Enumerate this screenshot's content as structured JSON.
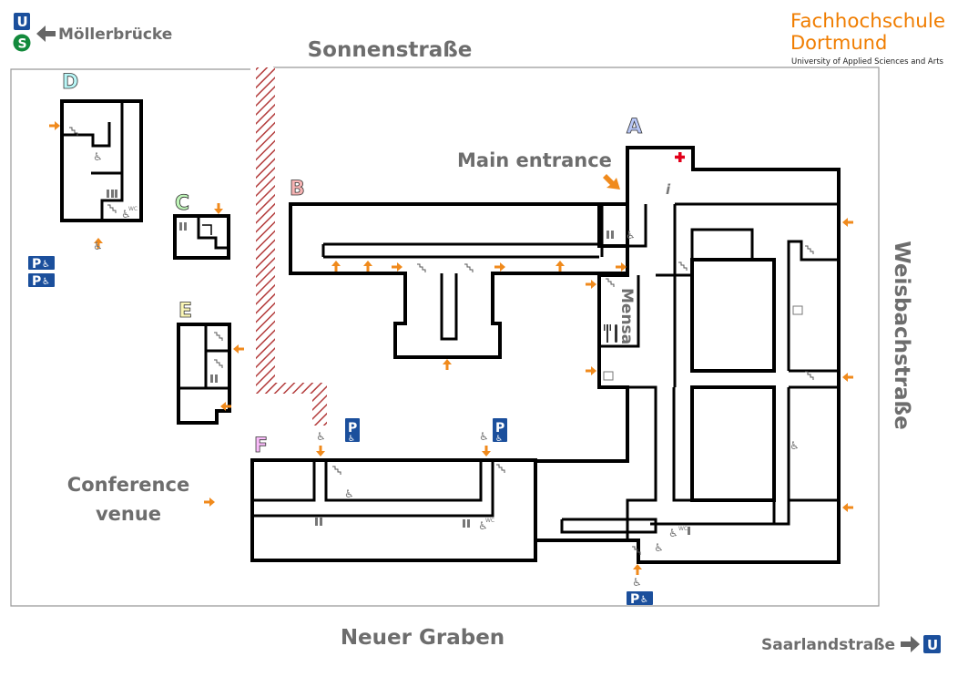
{
  "logo": {
    "line1": "Fachhochschule",
    "line2": "Dortmund",
    "line3": "University of Applied Sciences and Arts",
    "color": "#f07d00"
  },
  "transit": {
    "u_label": "U",
    "s_label": "S",
    "west_stop": "Möllerbrücke",
    "east_stop": "Saarlandstraße"
  },
  "streets": {
    "north": "Sonnenstraße",
    "south": "Neuer Graben",
    "east": "Weisbachstraße"
  },
  "buildings": {
    "A": {
      "label": "A",
      "color": "#b7c6f7"
    },
    "B": {
      "label": "B",
      "color": "#f7b3b3"
    },
    "C": {
      "label": "C",
      "color": "#bff5b8"
    },
    "D": {
      "label": "D",
      "color": "#b9f7f7"
    },
    "E": {
      "label": "E",
      "color": "#fbf7b6"
    },
    "F": {
      "label": "F",
      "color": "#fbbcfb"
    }
  },
  "annotations": {
    "main_entrance": "Main entrance",
    "mensa": "Mensa",
    "conference_line1": "Conference",
    "conference_line2": "venue"
  },
  "symbols": {
    "parking": "P",
    "wheelchair": "♿",
    "info": "i",
    "wc": "WC",
    "first_aid": "+"
  },
  "colors": {
    "entrance_arrow": "#f08a1c",
    "parking_blue": "#1b4f9c",
    "u_blue": "#1b4f9c",
    "s_green": "#138a3c",
    "first_aid_red": "#e2001a"
  }
}
